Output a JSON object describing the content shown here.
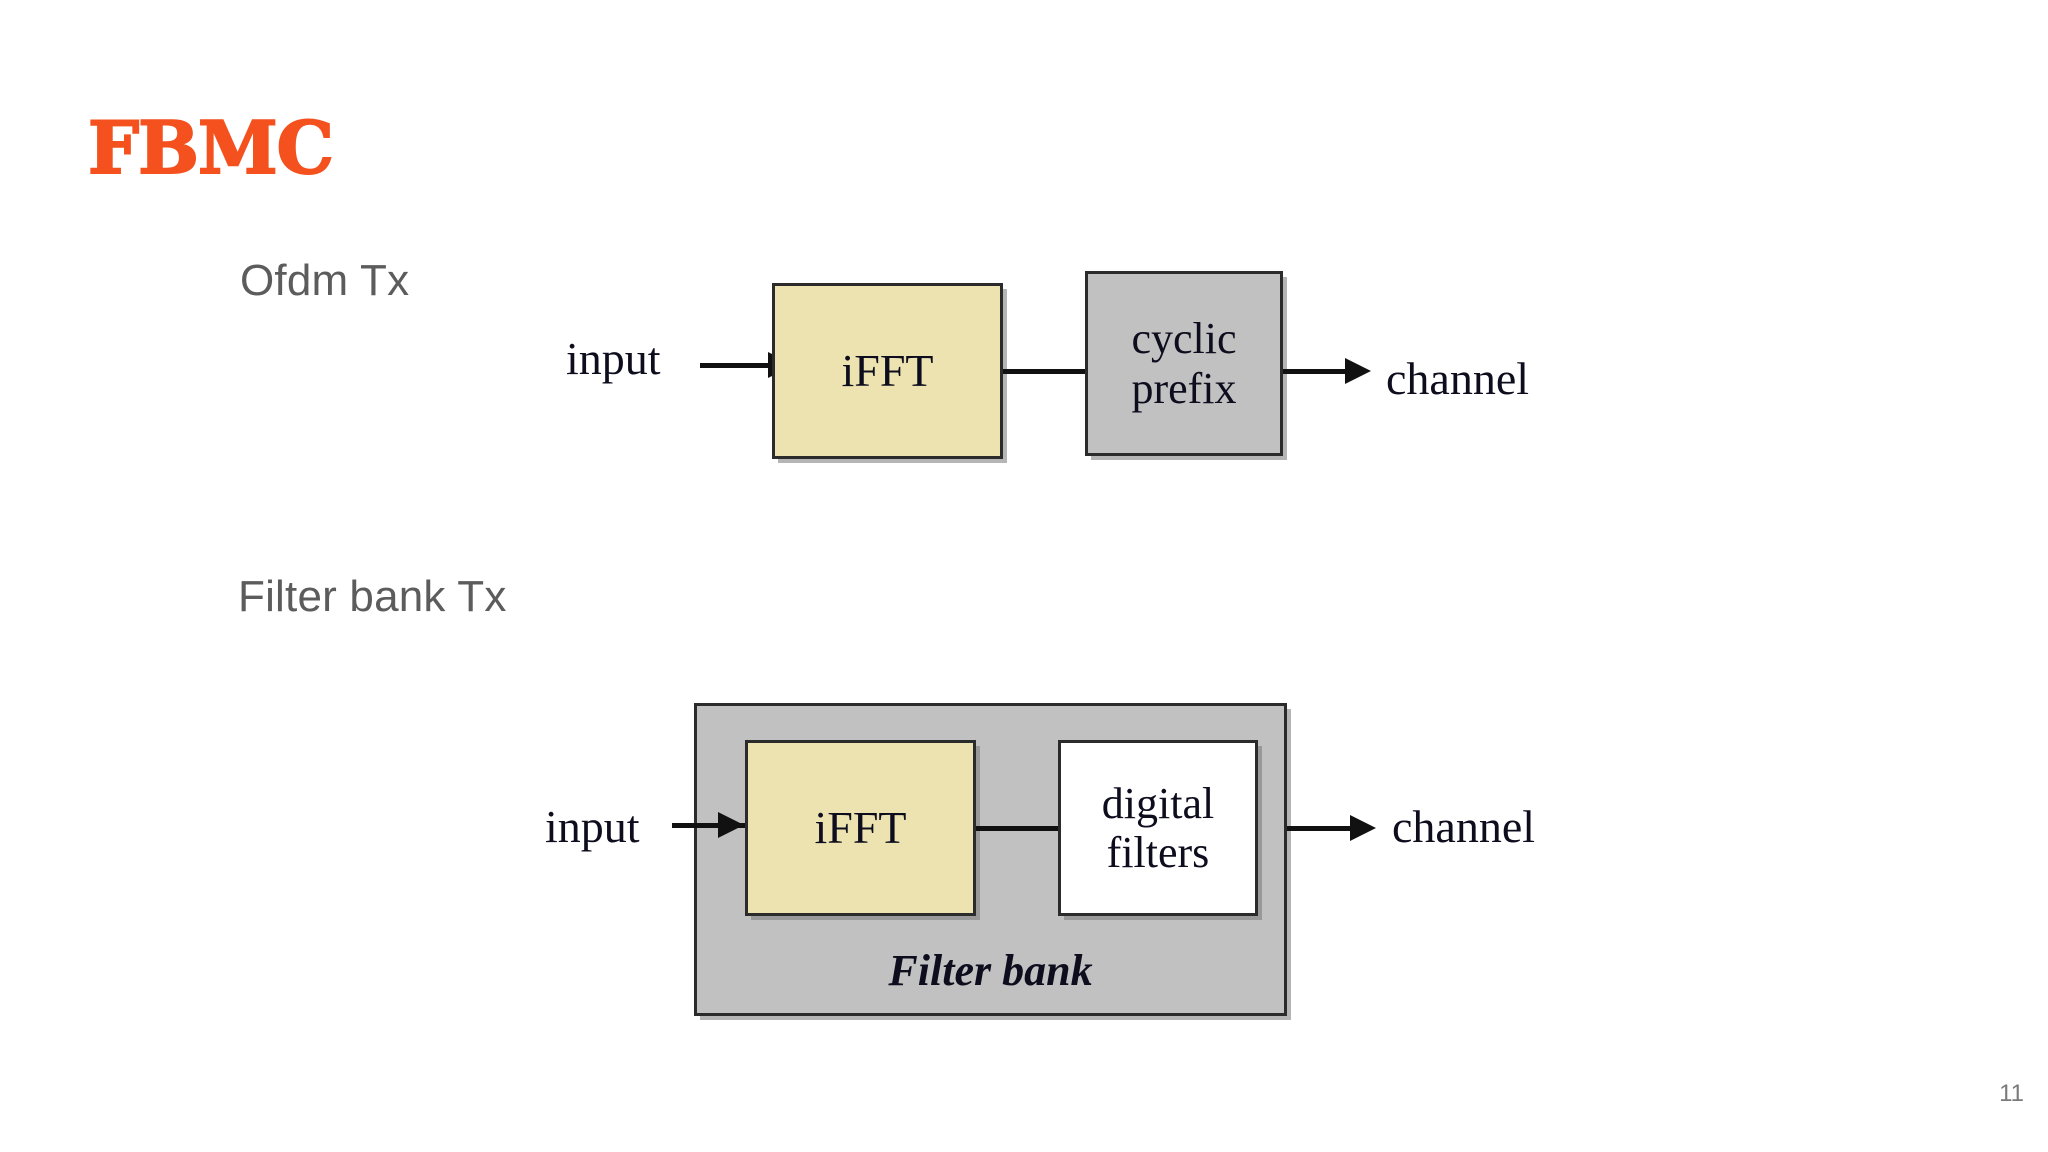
{
  "slide": {
    "title": "FBMC",
    "title_color": "#f4511e",
    "page_number": "11",
    "background_color": "#ffffff"
  },
  "sections": [
    {
      "caption": "Ofdm Tx",
      "caption_color": "#5c5c5c"
    },
    {
      "caption": "Filter bank Tx",
      "caption_color": "#5c5c5c"
    }
  ],
  "diagram_ofdm": {
    "caption": "Ofdm Tx",
    "input_label": "input",
    "output_label": "channel",
    "blocks": [
      {
        "label": "iFFT",
        "fill": "#ece3b1",
        "border": "#2b2b2b"
      },
      {
        "label": "cyclic\nprefix",
        "fill": "#c1c1c1",
        "border": "#2b2b2b"
      }
    ]
  },
  "diagram_filterbank": {
    "caption": "Filter bank Tx",
    "input_label": "input",
    "output_label": "channel",
    "container_label": "Filter bank",
    "container_fill": "#c1c1c1",
    "blocks": [
      {
        "label": "iFFT",
        "fill": "#ece3b1",
        "border": "#2b2b2b"
      },
      {
        "label": "digital\nfilters",
        "fill": "#ffffff",
        "border": "#2b2b2b"
      }
    ]
  }
}
